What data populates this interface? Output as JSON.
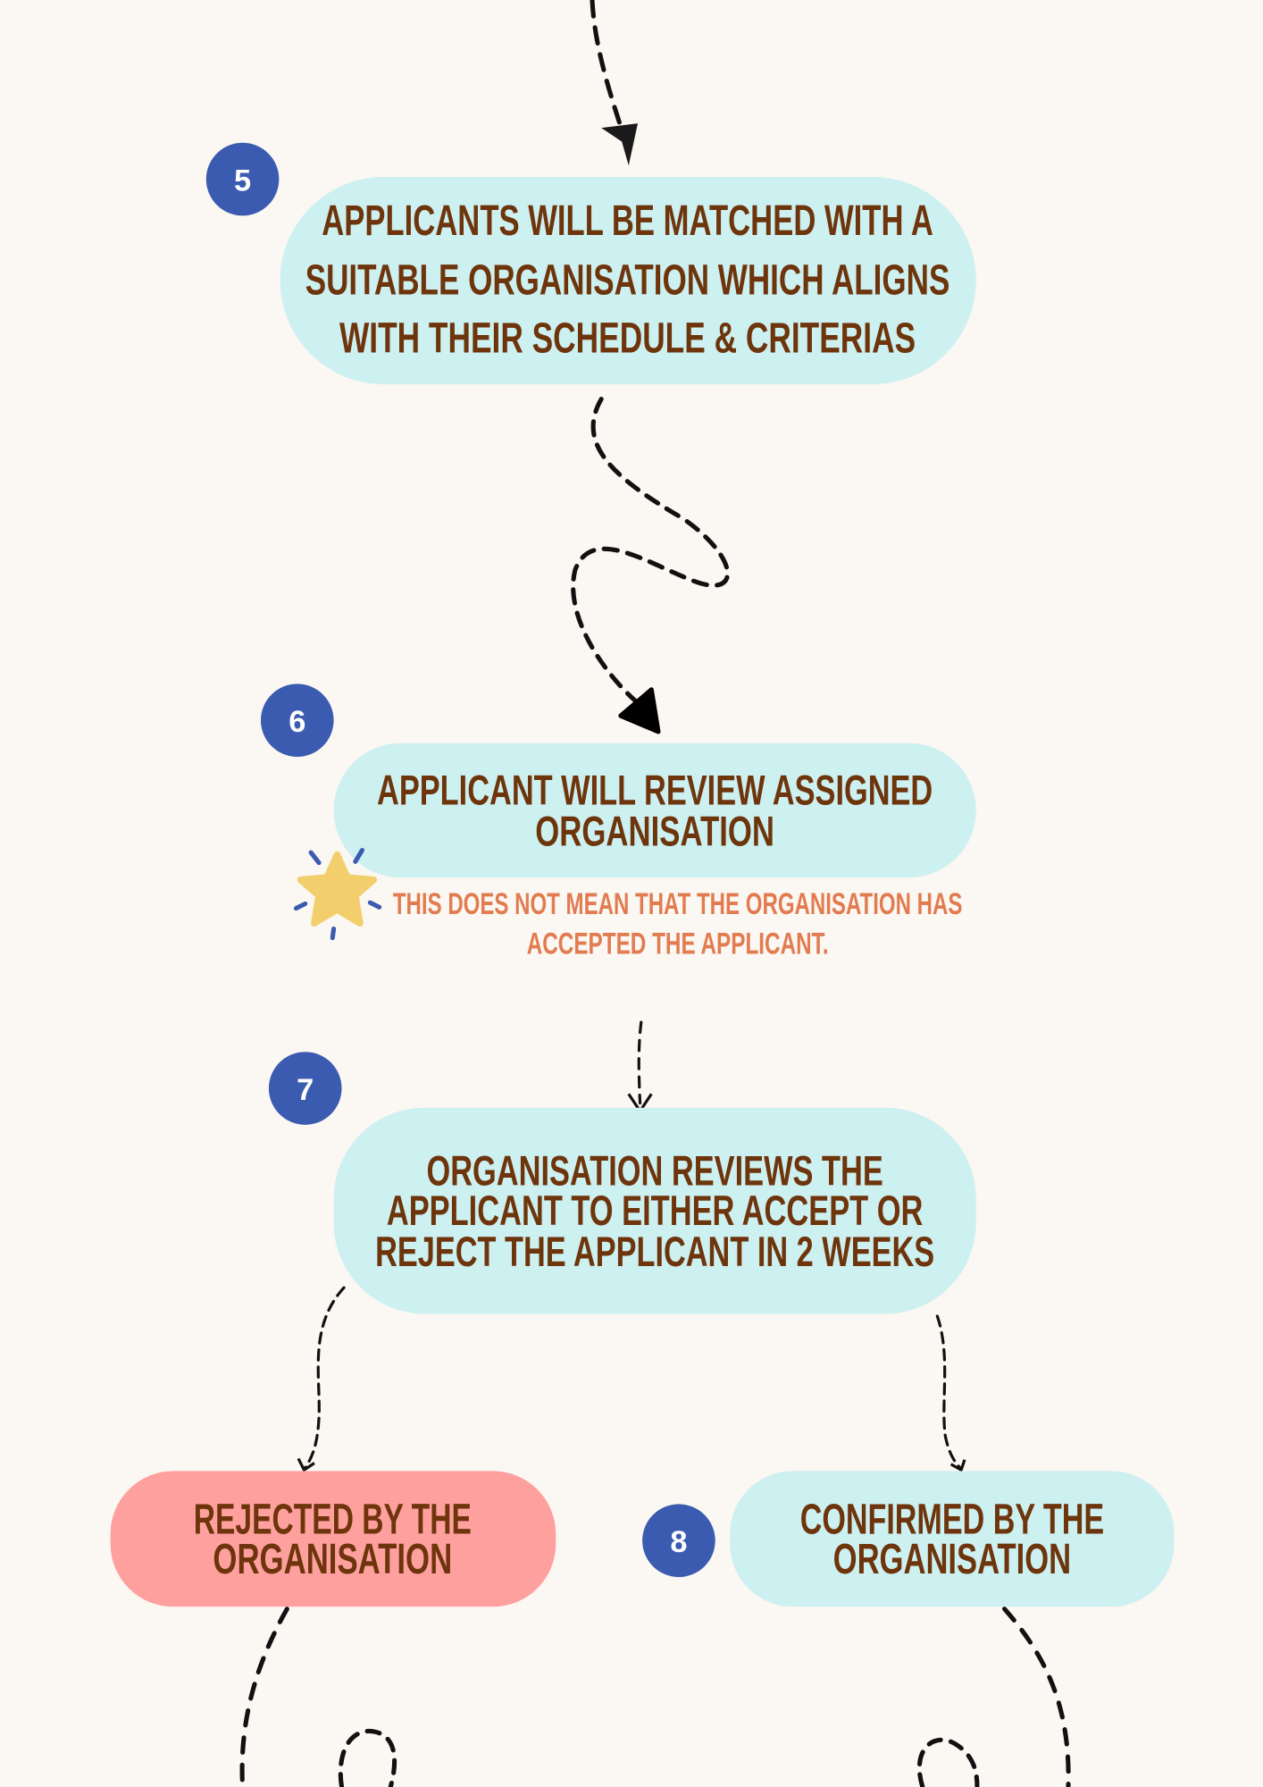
{
  "colors": {
    "background": "#fbf7f2",
    "box_blue": "#cdf0f1",
    "box_red": "#fea09e",
    "badge": "#3a5bb0",
    "text": "#6e350c",
    "note": "#e27c50",
    "star": "#f2cf6c"
  },
  "steps": [
    {
      "number": "5",
      "lines": [
        "APPLICANTS WILL BE MATCHED WITH A",
        "SUITABLE ORGANISATION WHICH ALIGNS",
        "WITH THEIR SCHEDULE & CRITERIAS"
      ]
    },
    {
      "number": "6",
      "lines": [
        "APPLICANT WILL REVIEW ASSIGNED",
        "ORGANISATION"
      ],
      "note": [
        "THIS DOES NOT MEAN THAT THE ORGANISATION HAS",
        "ACCEPTED THE APPLICANT."
      ]
    },
    {
      "number": "7",
      "lines": [
        "ORGANISATION REVIEWS THE",
        "APPLICANT TO EITHER ACCEPT OR",
        "REJECT THE APPLICANT IN 2 WEEKS"
      ]
    }
  ],
  "outcomes": {
    "rejected": {
      "lines": [
        "REJECTED BY THE",
        "ORGANISATION"
      ]
    },
    "confirmed": {
      "number": "8",
      "lines": [
        "CONFIRMED BY THE",
        "ORGANISATION"
      ]
    }
  }
}
